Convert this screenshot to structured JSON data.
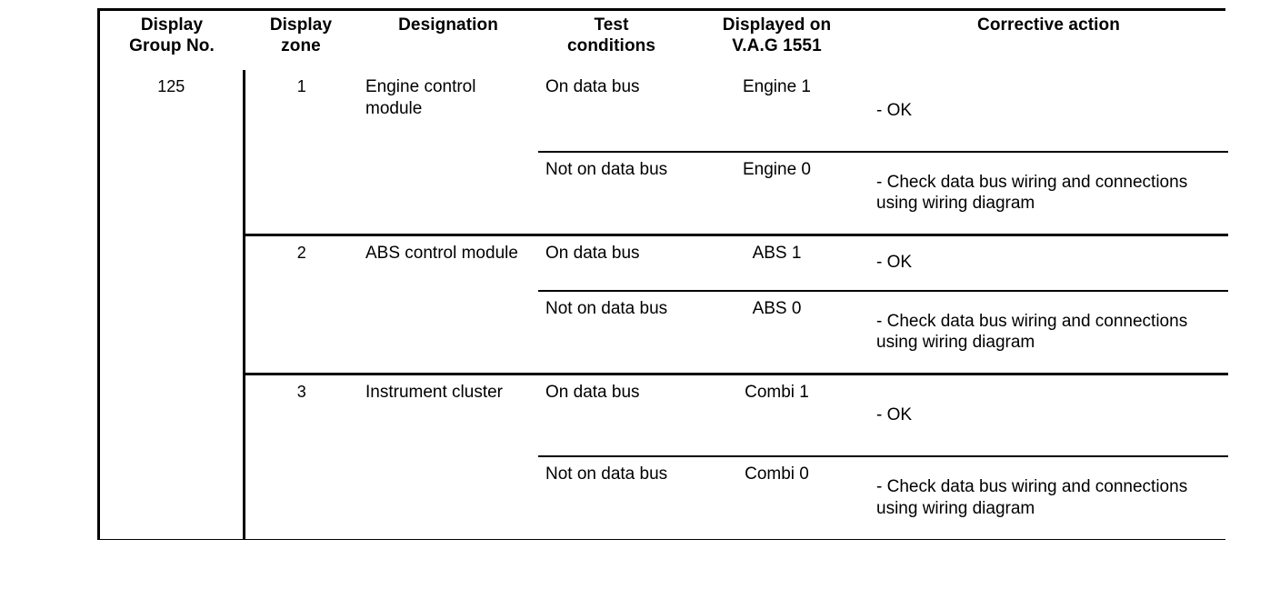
{
  "table": {
    "headers": [
      "Display\nGroup No.",
      "Display\nzone",
      "Designation",
      "Test\nconditions",
      "Displayed on\nV.A.G 1551",
      "Corrective action"
    ],
    "headers_flat": {
      "display_group_no_line1": "Display",
      "display_group_no_line2": "Group No.",
      "display_zone_line1": "Display",
      "display_zone_line2": "zone",
      "designation": "Designation",
      "test_conditions_line1": "Test",
      "test_conditions_line2": "conditions",
      "displayed_on_line1": "Displayed on",
      "displayed_on_line2": "V.A.G 1551",
      "corrective_action": "Corrective action"
    },
    "display_group_no": "125",
    "groups": [
      {
        "zone": "1",
        "designation": "Engine control module",
        "rows": [
          {
            "test_condition": "On data bus",
            "displayed": "Engine 1",
            "corrective_action": "- OK"
          },
          {
            "test_condition": "Not on data bus",
            "displayed": "Engine 0",
            "corrective_action": "- Check data bus wiring and connections using wiring diagram"
          }
        ]
      },
      {
        "zone": "2",
        "designation": "ABS control module",
        "rows": [
          {
            "test_condition": "On data bus",
            "displayed": "ABS 1",
            "corrective_action": "- OK"
          },
          {
            "test_condition": "Not on data bus",
            "displayed": "ABS 0",
            "corrective_action": "- Check data bus wiring and connections using wiring diagram"
          }
        ]
      },
      {
        "zone": "3",
        "designation": "Instrument cluster",
        "rows": [
          {
            "test_condition": "On data bus",
            "displayed": "Combi 1",
            "corrective_action": "- OK"
          },
          {
            "test_condition": "Not on data bus",
            "displayed": "Combi 0",
            "corrective_action": "- Check data bus wiring and connections using wiring diagram"
          }
        ]
      }
    ]
  },
  "colors": {
    "border": "#000000",
    "background": "#ffffff",
    "text": "#000000"
  }
}
